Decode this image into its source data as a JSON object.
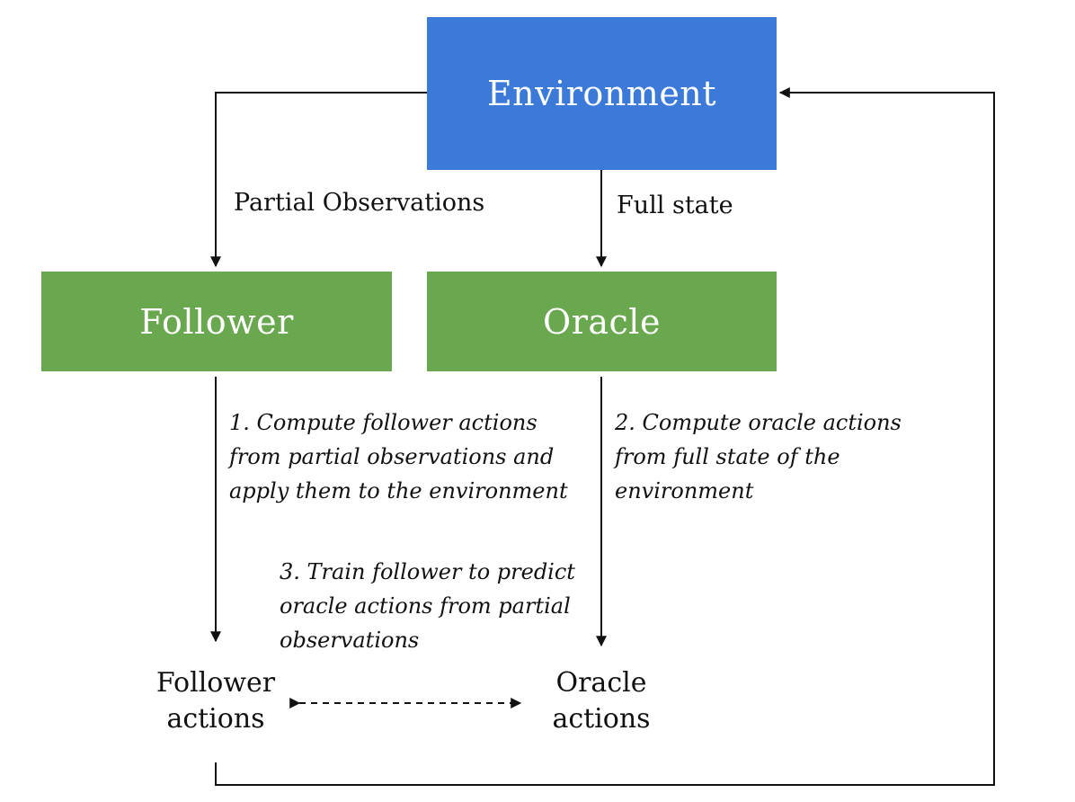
{
  "nodes": {
    "environment": "Environment",
    "follower": "Follower",
    "oracle": "Oracle",
    "follower_actions": "Follower\nactions",
    "oracle_actions": "Oracle\nactions"
  },
  "edges": {
    "partial_observations": "Partial Observations",
    "full_state": "Full state"
  },
  "steps": {
    "step1": "1. Compute follower actions\nfrom partial observations and\napply them to the environment",
    "step2": "2. Compute oracle actions\nfrom full state of the\nenvironment",
    "step3": "3. Train follower to predict\noracle actions from partial\nobservations"
  },
  "colors": {
    "environment": "#3b7ad9",
    "agent_boxes": "#6aa84f",
    "lines": "#111111"
  }
}
